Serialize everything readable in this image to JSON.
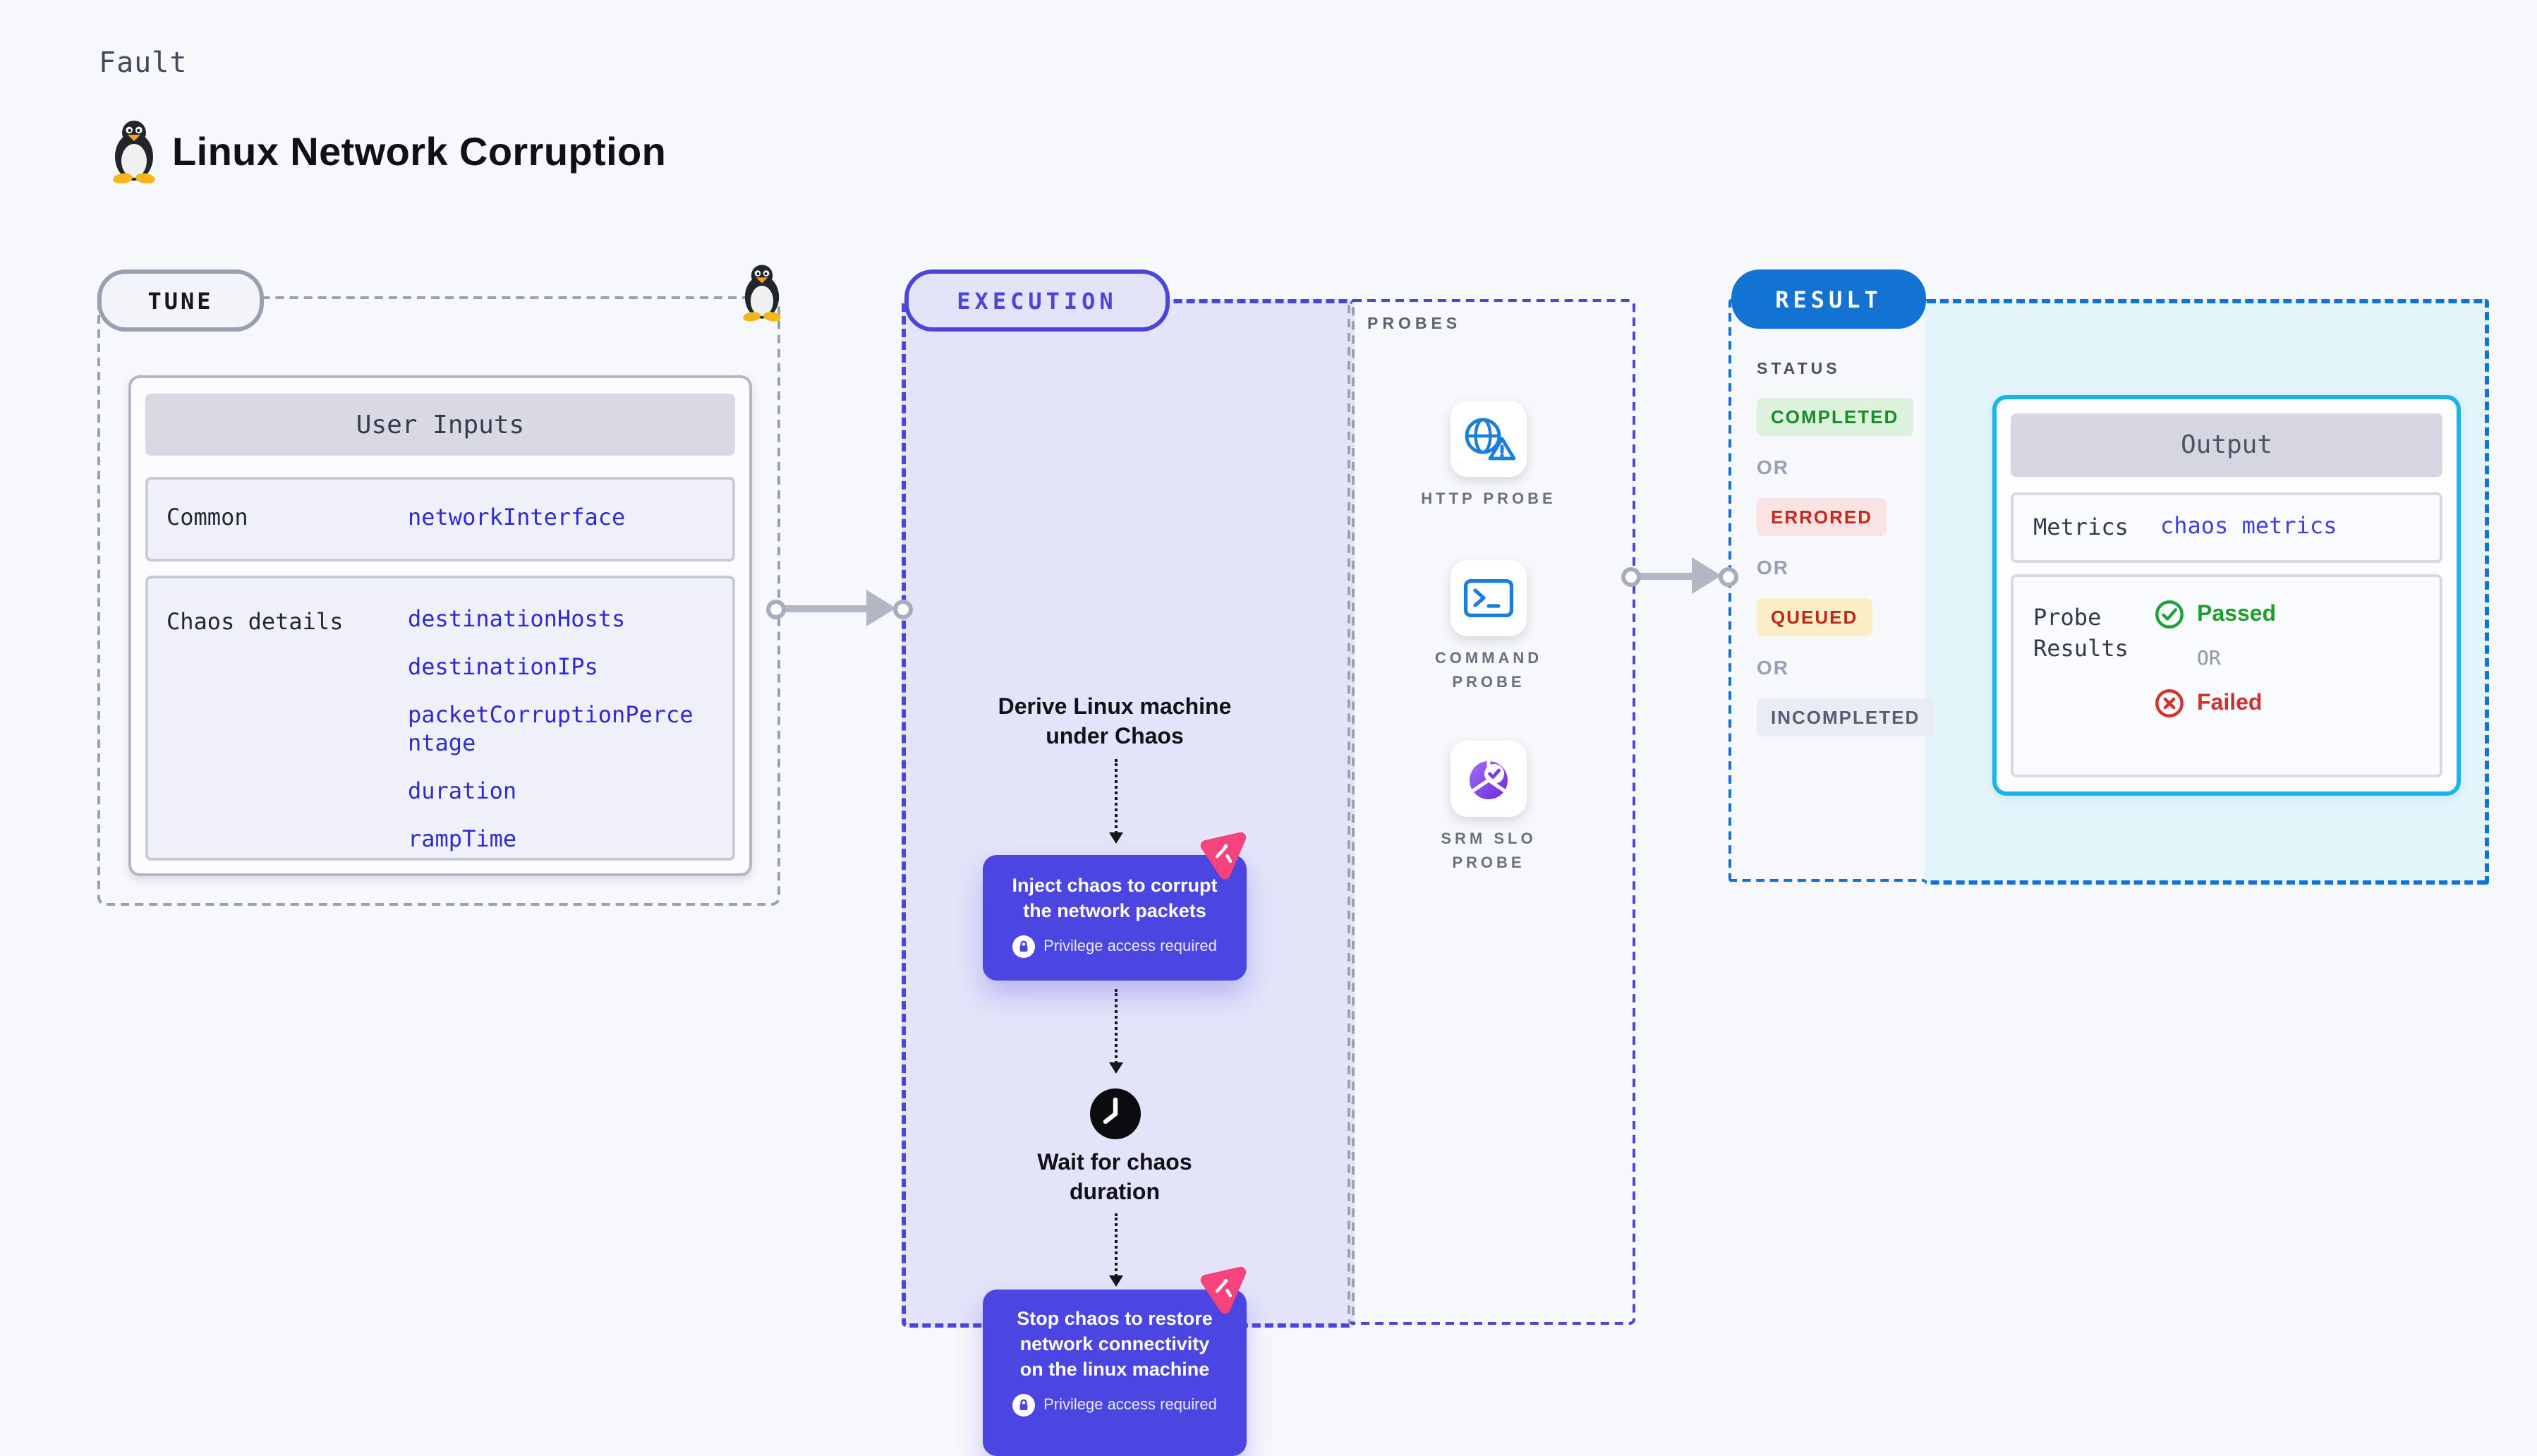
{
  "header": {
    "kicker": "Fault",
    "title": "Linux Network Corruption"
  },
  "tune": {
    "badge": "TUNE",
    "table_header": "User Inputs",
    "row1_label": "Common",
    "row1_value": "networkInterface",
    "row2_label": "Chaos details",
    "row2_values": [
      "destinationHosts",
      "destinationIPs",
      "packetCorruptionPercentage",
      "duration",
      "rampTime"
    ]
  },
  "execution": {
    "badge": "EXECUTION",
    "step_derive": "Derive Linux machine under Chaos",
    "inject_title": "Inject chaos to corrupt the network packets",
    "privilege_note": "Privilege access required",
    "wait_step": "Wait for chaos duration",
    "stop_title": "Stop chaos to restore network connectivity on the linux machine"
  },
  "probes": {
    "heading": "PROBES",
    "items": [
      {
        "label": "HTTP PROBE",
        "icon": "globe-alert-icon"
      },
      {
        "label": "COMMAND PROBE",
        "icon": "terminal-icon"
      },
      {
        "label": "SRM SLO PROBE",
        "icon": "slo-donut-check-icon"
      }
    ]
  },
  "result": {
    "badge": "RESULT",
    "status_heading": "STATUS",
    "or": "OR",
    "statuses": [
      {
        "label": "COMPLETED"
      },
      {
        "label": "ERRORED"
      },
      {
        "label": "QUEUED"
      },
      {
        "label": "INCOMPLETED"
      }
    ],
    "output": {
      "header": "Output",
      "metrics_label": "Metrics",
      "metrics_value": "chaos metrics",
      "probe_label": "Probe Results",
      "passed": "Passed",
      "or": "OR",
      "failed": "Failed"
    }
  },
  "colors": {
    "page_bg": "#f7f8fb",
    "indigo": "#4b45e1",
    "lavender": "#e3e3f9",
    "result_blue": "#1273d3",
    "output_border_cyan": "#19b5ea",
    "output_bg_cyan": "#e3f4fb",
    "value_blue": "#2e2ad8",
    "pink": "#f5437e",
    "green": "#1f9d2e",
    "red": "#d32f2f",
    "probe_icon_blue": "#1b7ed8"
  }
}
